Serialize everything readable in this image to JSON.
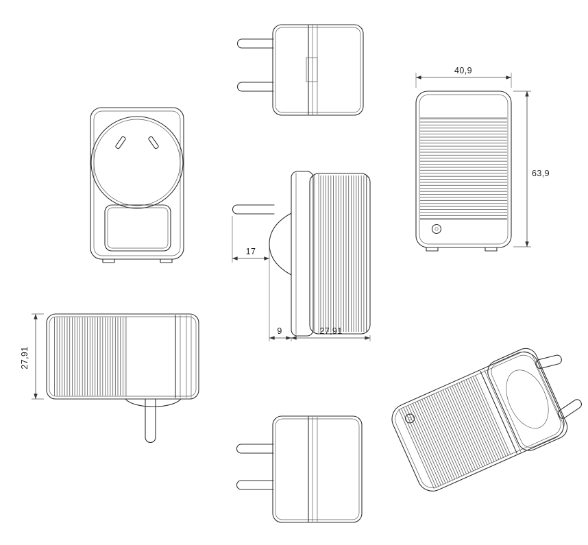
{
  "drawing": {
    "dimensions": {
      "rear_width": "40,9",
      "rear_height": "63,9",
      "pin_length": "17",
      "boss_offset": "9",
      "body_depth": "27,91",
      "profile_height": "27,91"
    }
  }
}
